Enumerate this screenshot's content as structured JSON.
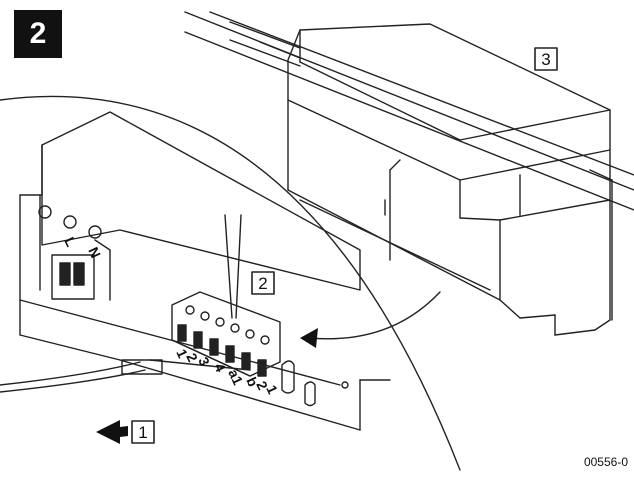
{
  "figure": {
    "step_number": "2",
    "code": "00556-0",
    "callouts": [
      "1",
      "2",
      "3"
    ],
    "terminals": [
      "1",
      "2",
      "3",
      "4",
      "a1",
      "b",
      "2",
      "1"
    ],
    "mains_labels": [
      "L",
      "N"
    ]
  }
}
